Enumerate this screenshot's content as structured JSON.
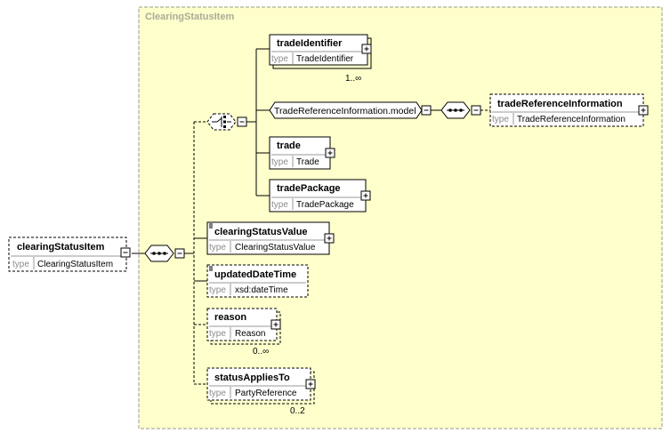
{
  "group": {
    "title": "ClearingStatusItem"
  },
  "root": {
    "name": "clearingStatusItem",
    "type_keyword": "type",
    "type": "ClearingStatusItem"
  },
  "choice_elements": {
    "trade_identifier": {
      "name": "tradeIdentifier",
      "type_keyword": "type",
      "type": "TradeIdentifier",
      "cardinality": "1..∞"
    },
    "model_group": {
      "label": "TradeReferenceInformation.model"
    },
    "trade_reference_information": {
      "name": "tradeReferenceInformation",
      "type_keyword": "type",
      "type": "TradeReferenceInformation"
    },
    "trade": {
      "name": "trade",
      "type_keyword": "type",
      "type": "Trade"
    },
    "trade_package": {
      "name": "tradePackage",
      "type_keyword": "type",
      "type": "TradePackage"
    }
  },
  "sequence_elements": {
    "clearing_status_value": {
      "name": "clearingStatusValue",
      "type_keyword": "type",
      "type": "ClearingStatusValue"
    },
    "updated_date_time": {
      "name": "updatedDateTime",
      "type_keyword": "type",
      "type": "xsd:dateTime"
    },
    "reason": {
      "name": "reason",
      "type_keyword": "type",
      "type": "Reason",
      "cardinality": "0..∞"
    },
    "status_applies_to": {
      "name": "statusAppliesTo",
      "type_keyword": "type",
      "type": "PartyReference",
      "cardinality": "0..2"
    }
  },
  "colors": {
    "group_fill": "#ffffcc",
    "group_border": "#999988",
    "box_fill": "#ffffff",
    "line": "#000000"
  }
}
